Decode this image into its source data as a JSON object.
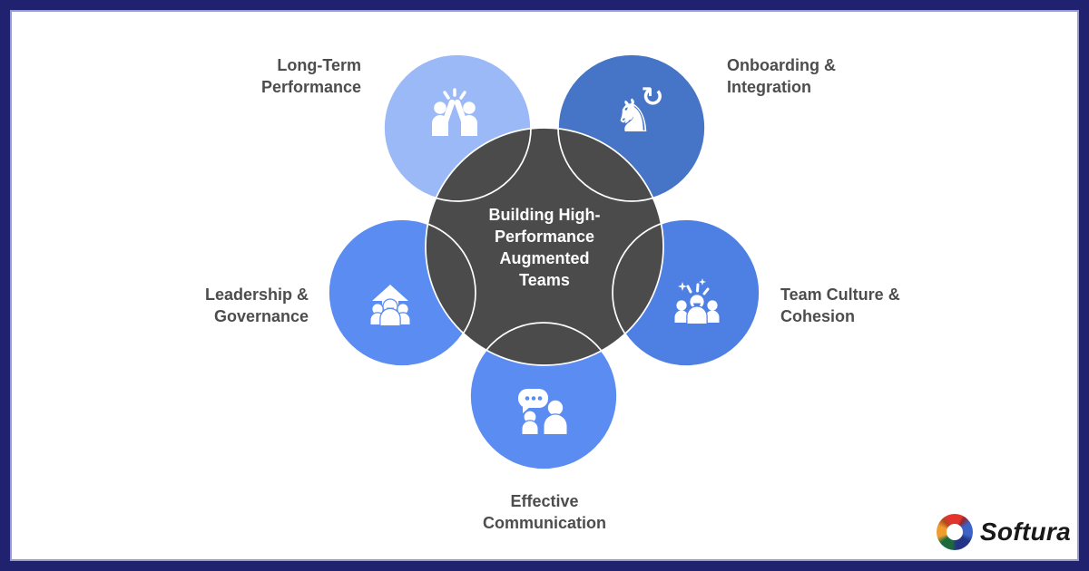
{
  "frame": {
    "border_color": "#20226f",
    "inner_line_color": "#989bce",
    "background": "#ffffff"
  },
  "center": {
    "title": "Building High-\nPerformance\nAugmented\nTeams",
    "fill": "#4b4b4b",
    "text_color": "#ffffff",
    "outline_color": "#ffffff"
  },
  "label_color": "#4d4d4d",
  "nodes": [
    {
      "id": "long-term-performance",
      "label": "Long-Term\nPerformance",
      "icon": "high-five-icon",
      "fill": "#9bb9f6"
    },
    {
      "id": "onboarding-integration",
      "label": "Onboarding &\nIntegration",
      "icon": "chess-knight-cycle-icon",
      "fill": "#4674c7"
    },
    {
      "id": "team-culture-cohesion",
      "label": "Team Culture &\nCohesion",
      "icon": "team-celebration-icon",
      "fill": "#4e80e4"
    },
    {
      "id": "effective-communication",
      "label": "Effective\nCommunication",
      "icon": "chat-people-icon",
      "fill": "#5a8cf2"
    },
    {
      "id": "leadership-governance",
      "label": "Leadership &\nGovernance",
      "icon": "leader-up-arrow-icon",
      "fill": "#5a8cf2"
    }
  ],
  "logo": {
    "text": "Softura"
  }
}
